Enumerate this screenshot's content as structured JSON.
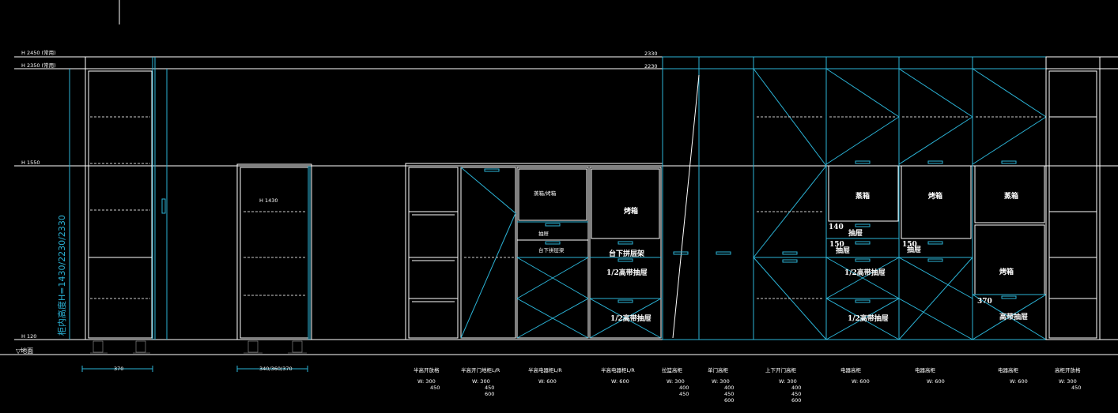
{
  "levels": {
    "h2450": "H 2450 (常用)",
    "h2350": "H 2350 (常用)",
    "h1550": "H 1550",
    "h120": "H 120",
    "ground": "▽地面",
    "h1430": "H 1430",
    "d2330": "2330",
    "d2230": "2230"
  },
  "side_dim": "柜内高度H=1430/2230/2330",
  "bottom_dims": {
    "d370": "370",
    "d340": "340/360/370"
  },
  "compartments": {
    "steam_oven_small": "蒸箱/烤箱",
    "drawer_small": "抽屉",
    "pullout_shelf": "台下拼层梁",
    "oven_left": "烤箱",
    "pullout_shelf2": "台下拼层架",
    "half_drawer_1": "1/2高带抽屉",
    "half_drawer_2": "1/2高带抽屉",
    "steam_box_1": "蒸箱",
    "oven_box_1": "烤箱",
    "steam_box_2": "蒸箱",
    "drawer_a": "抽屉",
    "drawer_b": "抽屉",
    "drawer_c": "抽屉",
    "half_drawer_3": "1/2高带抽屉",
    "half_drawer_4": "1/2高带抽屉",
    "oven_box_2": "烤箱",
    "high_drawer": "高带抽屉"
  },
  "numbers": {
    "n140": "140",
    "n150a": "150",
    "n150b": "150",
    "n370": "370"
  },
  "labels": [
    {
      "name": "半高开放格",
      "w": [
        "W: 300",
        "450"
      ]
    },
    {
      "name": "半高开门地柜L/R",
      "w": [
        "W: 300",
        "450",
        "600"
      ]
    },
    {
      "name": "半高电器柜L/R",
      "w": [
        "W: 600"
      ]
    },
    {
      "name": "半高电器柜L/R",
      "w": [
        "W: 600"
      ]
    },
    {
      "name": "拉篮高柜",
      "w": [
        "W: 300",
        "400",
        "450"
      ]
    },
    {
      "name": "单门高柜",
      "w": [
        "W: 300",
        "400",
        "450",
        "600"
      ]
    },
    {
      "name": "上下开门高柜",
      "w": [
        "W: 300",
        "400",
        "450",
        "600"
      ]
    },
    {
      "name": "电器高柜",
      "w": [
        "W: 600"
      ]
    },
    {
      "name": "电器高柜",
      "w": [
        "W: 600"
      ]
    },
    {
      "name": "电器高柜",
      "w": [
        "W: 600"
      ]
    },
    {
      "name": "高柜开放格",
      "w": [
        "W: 300",
        "450"
      ]
    }
  ]
}
